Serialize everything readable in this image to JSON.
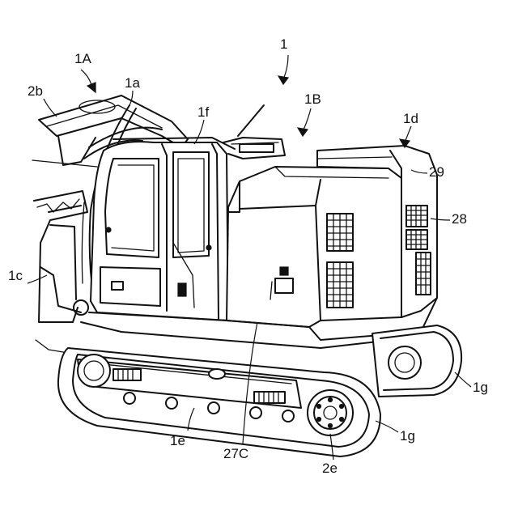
{
  "figure": {
    "labels": {
      "machine": "1",
      "front_device": "1A",
      "upper_body": "1B",
      "boom_cylinder": "1a",
      "boom": "2b",
      "cab": "1f",
      "counterweight": "1d",
      "dozer": "1c",
      "side_cover": "27C",
      "frame": "1e",
      "sprocket": "2e",
      "crawler_front": "1g",
      "crawler_rear": "1g",
      "grille": "28",
      "cover": "29"
    }
  }
}
